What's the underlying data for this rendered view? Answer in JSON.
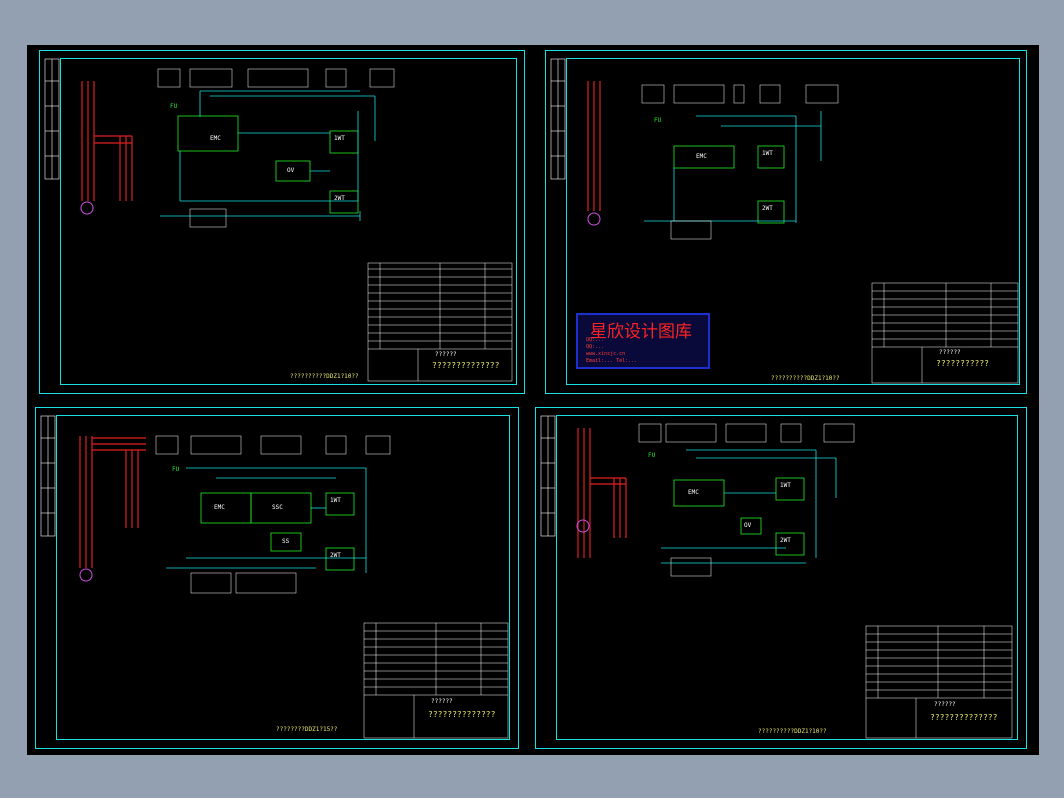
{
  "sheets": [
    {
      "blocks": [
        "EMC",
        "OV",
        "1WT",
        "2WT",
        "FU"
      ],
      "title_block": {
        "header": "??????",
        "title": "??????????????"
      },
      "footer": "??????????DDZ1?10??"
    },
    {
      "blocks": [
        "EMC",
        "1WT",
        "2WT",
        "FU"
      ],
      "title_block": {
        "header": "??????",
        "title": "???????????"
      },
      "footer": "??????????DDZ1?10??",
      "watermark": {
        "title": "星欣设计图库",
        "line1": "QQ:...",
        "line2": "QQ:...",
        "line3": "www.xinsjc.cn",
        "line4": "Email:...   Tel:..."
      }
    },
    {
      "blocks": [
        "EMC",
        "SSC",
        "SS",
        "1WT",
        "2WT",
        "FU"
      ],
      "title_block": {
        "header": "??????",
        "title": "??????????????"
      },
      "footer": "????????DDZ1?15??"
    },
    {
      "blocks": [
        "EMC",
        "OV",
        "1WT",
        "2WT",
        "FU"
      ],
      "title_block": {
        "header": "??????",
        "title": "??????????????"
      },
      "footer": "??????????DDZ1?10??"
    }
  ],
  "colors": {
    "frame": "#17e0e3",
    "wire_power": "#e02020",
    "wire_control": "#17e0e3",
    "component": "#22ee22",
    "text": "#e8e86a"
  }
}
